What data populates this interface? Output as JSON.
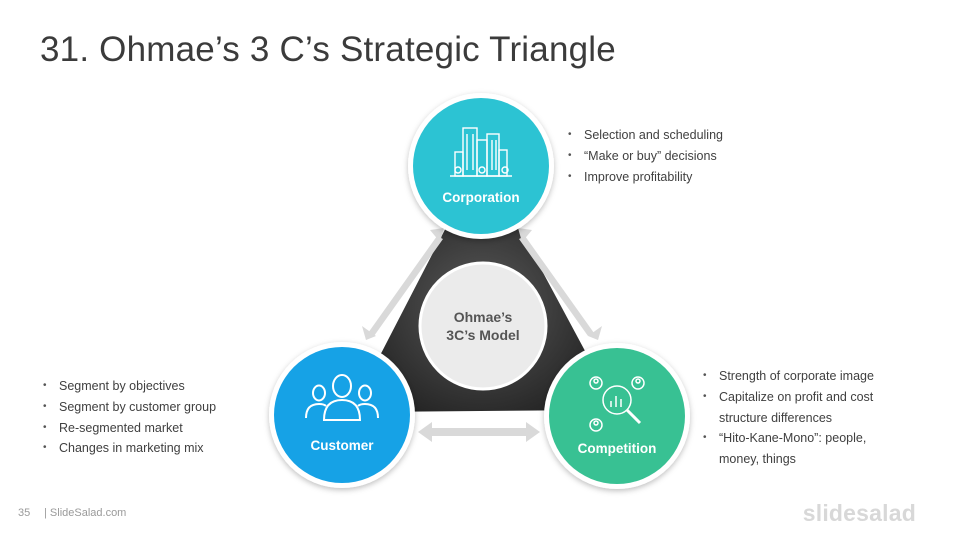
{
  "title": "31. Ohmae’s 3 C’s Strategic Triangle",
  "center": {
    "line1": "Ohmae’s",
    "line2": "3C’s Model"
  },
  "nodes": {
    "corporation": {
      "label": "Corporation",
      "icon": "buildings-icon",
      "color": "#2cc3d3"
    },
    "customer": {
      "label": "Customer",
      "icon": "people-group-icon",
      "color": "#16a2e6"
    },
    "competition": {
      "label": "Competition",
      "icon": "magnifier-analysis-icon",
      "color": "#38c193"
    }
  },
  "bullets": {
    "corporation": [
      "Selection and scheduling",
      "“Make or buy” decisions",
      "Improve profitability"
    ],
    "customer": [
      "Segment by objectives",
      "Segment by customer group",
      "Re-segmented market",
      "Changes in marketing mix"
    ],
    "competition": [
      "Strength of corporate image",
      "Capitalize on profit and cost",
      "structure differences",
      "“Hito-Kane-Mono”:  people,",
      "money, things"
    ]
  },
  "footer": {
    "page": "35",
    "site": "| SlideSalad.com",
    "brand": "slidesalad"
  }
}
